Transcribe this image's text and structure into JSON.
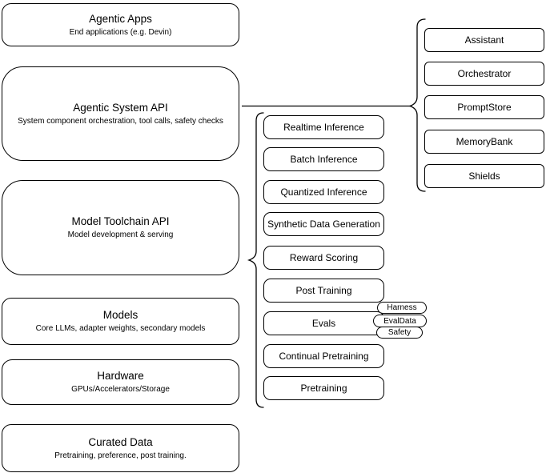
{
  "stack": {
    "layers": [
      {
        "title": "Agentic Apps",
        "subtitle": "End applications (e.g. Devin)"
      },
      {
        "title": "Agentic System API",
        "subtitle": "System component orchestration, tool calls, safety checks"
      },
      {
        "title": "Model Toolchain API",
        "subtitle": "Model development & serving"
      },
      {
        "title": "Models",
        "subtitle": "Core LLMs, adapter weights, secondary models"
      },
      {
        "title": "Hardware",
        "subtitle": "GPUs/Accelerators/Storage"
      },
      {
        "title": "Curated Data",
        "subtitle": "Pretraining, preference, post training."
      }
    ]
  },
  "toolchain": {
    "services": [
      "Realtime Inference",
      "Batch Inference",
      "Quantized Inference",
      "Synthetic Data Generation",
      "Reward Scoring",
      "Post Training",
      "Evals",
      "Continual Pretraining",
      "Pretraining"
    ],
    "eval_tags": [
      "Harness",
      "EvalData",
      "Safety"
    ]
  },
  "system_components": {
    "items": [
      "Assistant",
      "Orchestrator",
      "PromptStore",
      "MemoryBank",
      "Shields"
    ]
  },
  "colors": {
    "stroke": "#000000",
    "fill": "#ffffff",
    "text": "#000000",
    "background": "#ffffff"
  }
}
